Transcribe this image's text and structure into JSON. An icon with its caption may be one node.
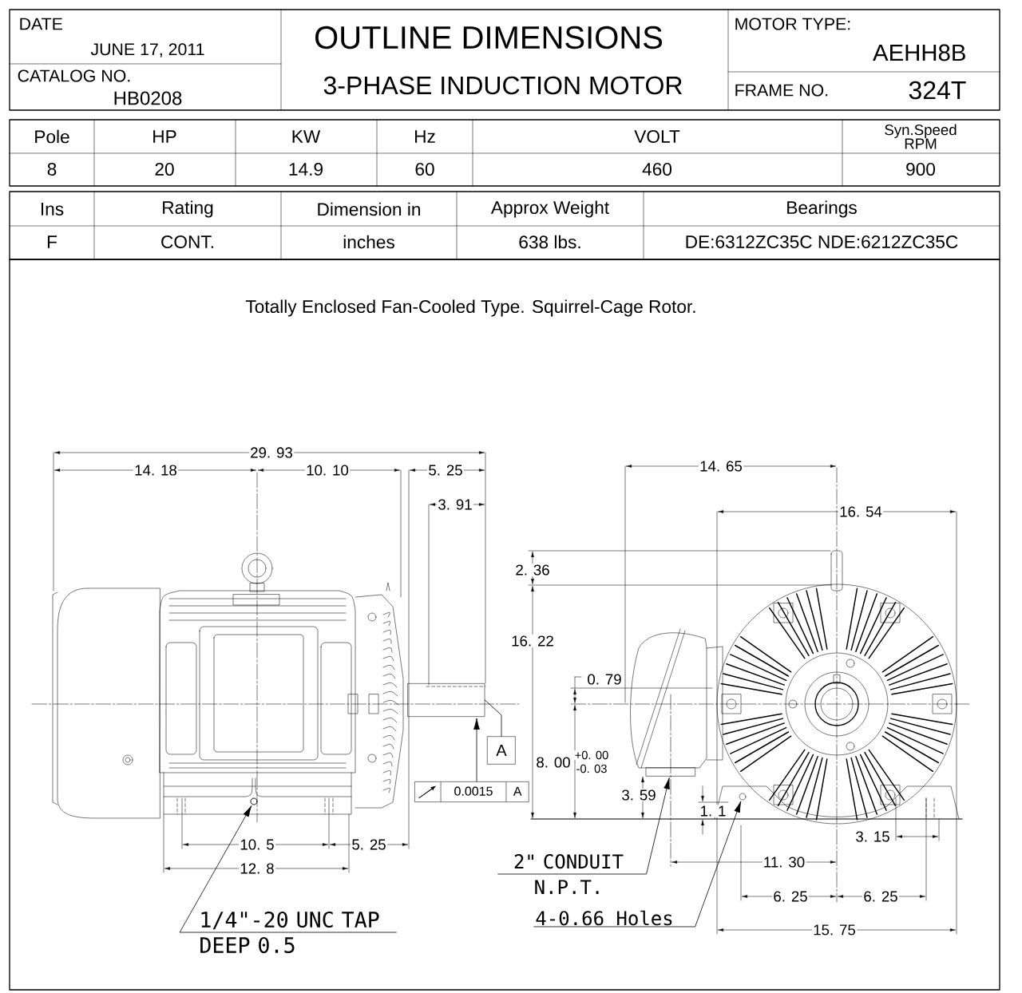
{
  "diagram": {
    "title": "OUTLINE DIMENSIONS",
    "nodes": [
      {
        "text": [
          "1/4\"-20 UNC TAP DEEP 0.5"
        ]
      },
      {
        "text": [],
        "shape": "circle"
      },
      {
        "text": [
          "2\" CONDUIT N.P.T."
        ]
      },
      {
        "text": [],
        "shape": "box"
      },
      {
        "text": [
          "4-0.66 Holes"
        ]
      },
      {
        "text": [],
        "shape": "circle"
      },
      {
        "text": [
          "A"
        ]
      },
      {
        "text": [],
        "shape": "box"
      },
      {
        "text": [
          "0.0015",
          "A"
        ]
      }
    ],
    "edges": [
      {
        "from": 0,
        "to": 1,
        "arrow": "to"
      },
      {
        "from": 2,
        "to": 3,
        "arrow": "to"
      },
      {
        "from": 4,
        "to": 5,
        "arrow": "to"
      },
      {
        "from": 6,
        "to": 7,
        "arrow": "none"
      },
      {
        "from": 8,
        "to": 7,
        "arrow": "to"
      }
    ],
    "labels": [
      "DATE",
      "JUNE 17, 2011",
      "CATALOG NO.",
      "HB0208",
      "3-PHASE INDUCTION MOTOR",
      "MOTOR TYPE:",
      "AEHH8B",
      "FRAME NO.",
      "324T",
      "Pole",
      "HP",
      "KW",
      "Hz",
      "VOLT",
      "Syn.Speed RPM",
      "8",
      "20",
      "14.9",
      "60",
      "460",
      "900",
      "Ins",
      "Rating",
      "Dimension in",
      "Approx Weight",
      "Bearings",
      "F",
      "CONT.",
      "inches",
      "638 lbs.",
      "DE:6312ZC35C NDE:6212ZC35C",
      "Totally Enclosed Fan-Cooled Type. Squirrel-Cage Rotor.",
      "29. 93",
      "14. 18",
      "10. 10",
      "5. 25",
      "14. 65",
      "3. 91",
      "16. 54",
      "2. 36",
      "16. 22",
      "0. 79",
      "8. 00",
      "+0. 00",
      "-0. 03",
      "3. 59",
      "1. 1",
      "3. 15",
      "10. 5",
      "5. 25",
      "11. 30",
      "12. 8",
      "6. 25",
      "6. 25",
      "15. 75"
    ]
  }
}
